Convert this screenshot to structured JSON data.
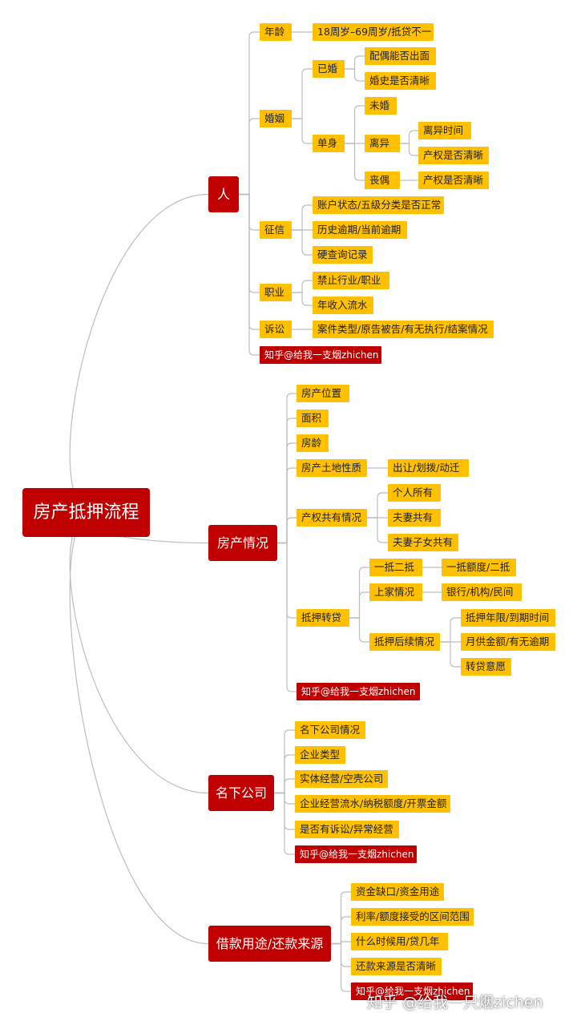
{
  "mindmap": {
    "root": "房产抵押流程",
    "branches": [
      {
        "label": "人",
        "children": [
          {
            "label": "年龄",
            "children": [
              {
                "label": "18周岁–69周岁/抵贷不一"
              }
            ]
          },
          {
            "label": "婚姻",
            "children": [
              {
                "label": "已婚",
                "children": [
                  {
                    "label": "配偶能否出面"
                  },
                  {
                    "label": "婚史是否清晰"
                  }
                ]
              },
              {
                "label": "单身",
                "children": [
                  {
                    "label": "未婚"
                  },
                  {
                    "label": "离异",
                    "children": [
                      {
                        "label": "离异时间"
                      },
                      {
                        "label": "产权是否清晰"
                      }
                    ]
                  },
                  {
                    "label": "丧偶",
                    "children": [
                      {
                        "label": "产权是否清晰"
                      }
                    ]
                  }
                ]
              }
            ]
          },
          {
            "label": "征信",
            "children": [
              {
                "label": "账户状态/五级分类是否正常"
              },
              {
                "label": "历史逾期/当前逾期"
              },
              {
                "label": "硬查询记录"
              }
            ]
          },
          {
            "label": "职业",
            "children": [
              {
                "label": "禁止行业/职业"
              },
              {
                "label": "年收入流水"
              }
            ]
          },
          {
            "label": "诉讼",
            "children": [
              {
                "label": "案件类型/原告被告/有无执行/结案情况"
              }
            ]
          },
          {
            "label": "知乎@给我一支烟zhichen",
            "style": "red"
          }
        ]
      },
      {
        "label": "房产情况",
        "children": [
          {
            "label": "房产位置"
          },
          {
            "label": "面积"
          },
          {
            "label": "房龄"
          },
          {
            "label": "房产土地性质",
            "children": [
              {
                "label": "出让/划拨/动迁"
              }
            ]
          },
          {
            "label": "产权共有情况",
            "children": [
              {
                "label": "个人所有"
              },
              {
                "label": "夫妻共有"
              },
              {
                "label": "夫妻子女共有"
              }
            ]
          },
          {
            "label": "抵押转贷",
            "children": [
              {
                "label": "一抵二抵",
                "children": [
                  {
                    "label": "一抵额度/二抵"
                  }
                ]
              },
              {
                "label": "上家情况",
                "children": [
                  {
                    "label": "银行/机构/民间"
                  }
                ]
              },
              {
                "label": "抵押后续情况",
                "children": [
                  {
                    "label": "抵押年限/到期时间"
                  },
                  {
                    "label": "月供金额/有无逾期"
                  },
                  {
                    "label": "转贷意愿"
                  }
                ]
              }
            ]
          },
          {
            "label": "知乎@给我一支烟zhichen",
            "style": "red"
          }
        ]
      },
      {
        "label": "名下公司",
        "children": [
          {
            "label": "名下公司情况"
          },
          {
            "label": "企业类型"
          },
          {
            "label": "实体经营/空壳公司"
          },
          {
            "label": "企业经营流水/纳税额度/开票金额"
          },
          {
            "label": "是否有诉讼/异常经营"
          },
          {
            "label": "知乎@给我一支烟zhichen",
            "style": "red"
          }
        ]
      },
      {
        "label": "借款用途/还款来源",
        "children": [
          {
            "label": "资金缺口/资金用途"
          },
          {
            "label": "利率/额度接受的区间范围"
          },
          {
            "label": "什么时候用/贷几年"
          },
          {
            "label": "还款来源是否清晰"
          },
          {
            "label": "知乎@给我一支烟zhichen",
            "style": "red"
          }
        ]
      }
    ]
  },
  "watermark": "知乎 @给我一只烟zichen",
  "colors": {
    "root": "#c00000",
    "branch": "#c00000",
    "leaf": "#ffc000",
    "line": "#bdbdbd"
  }
}
